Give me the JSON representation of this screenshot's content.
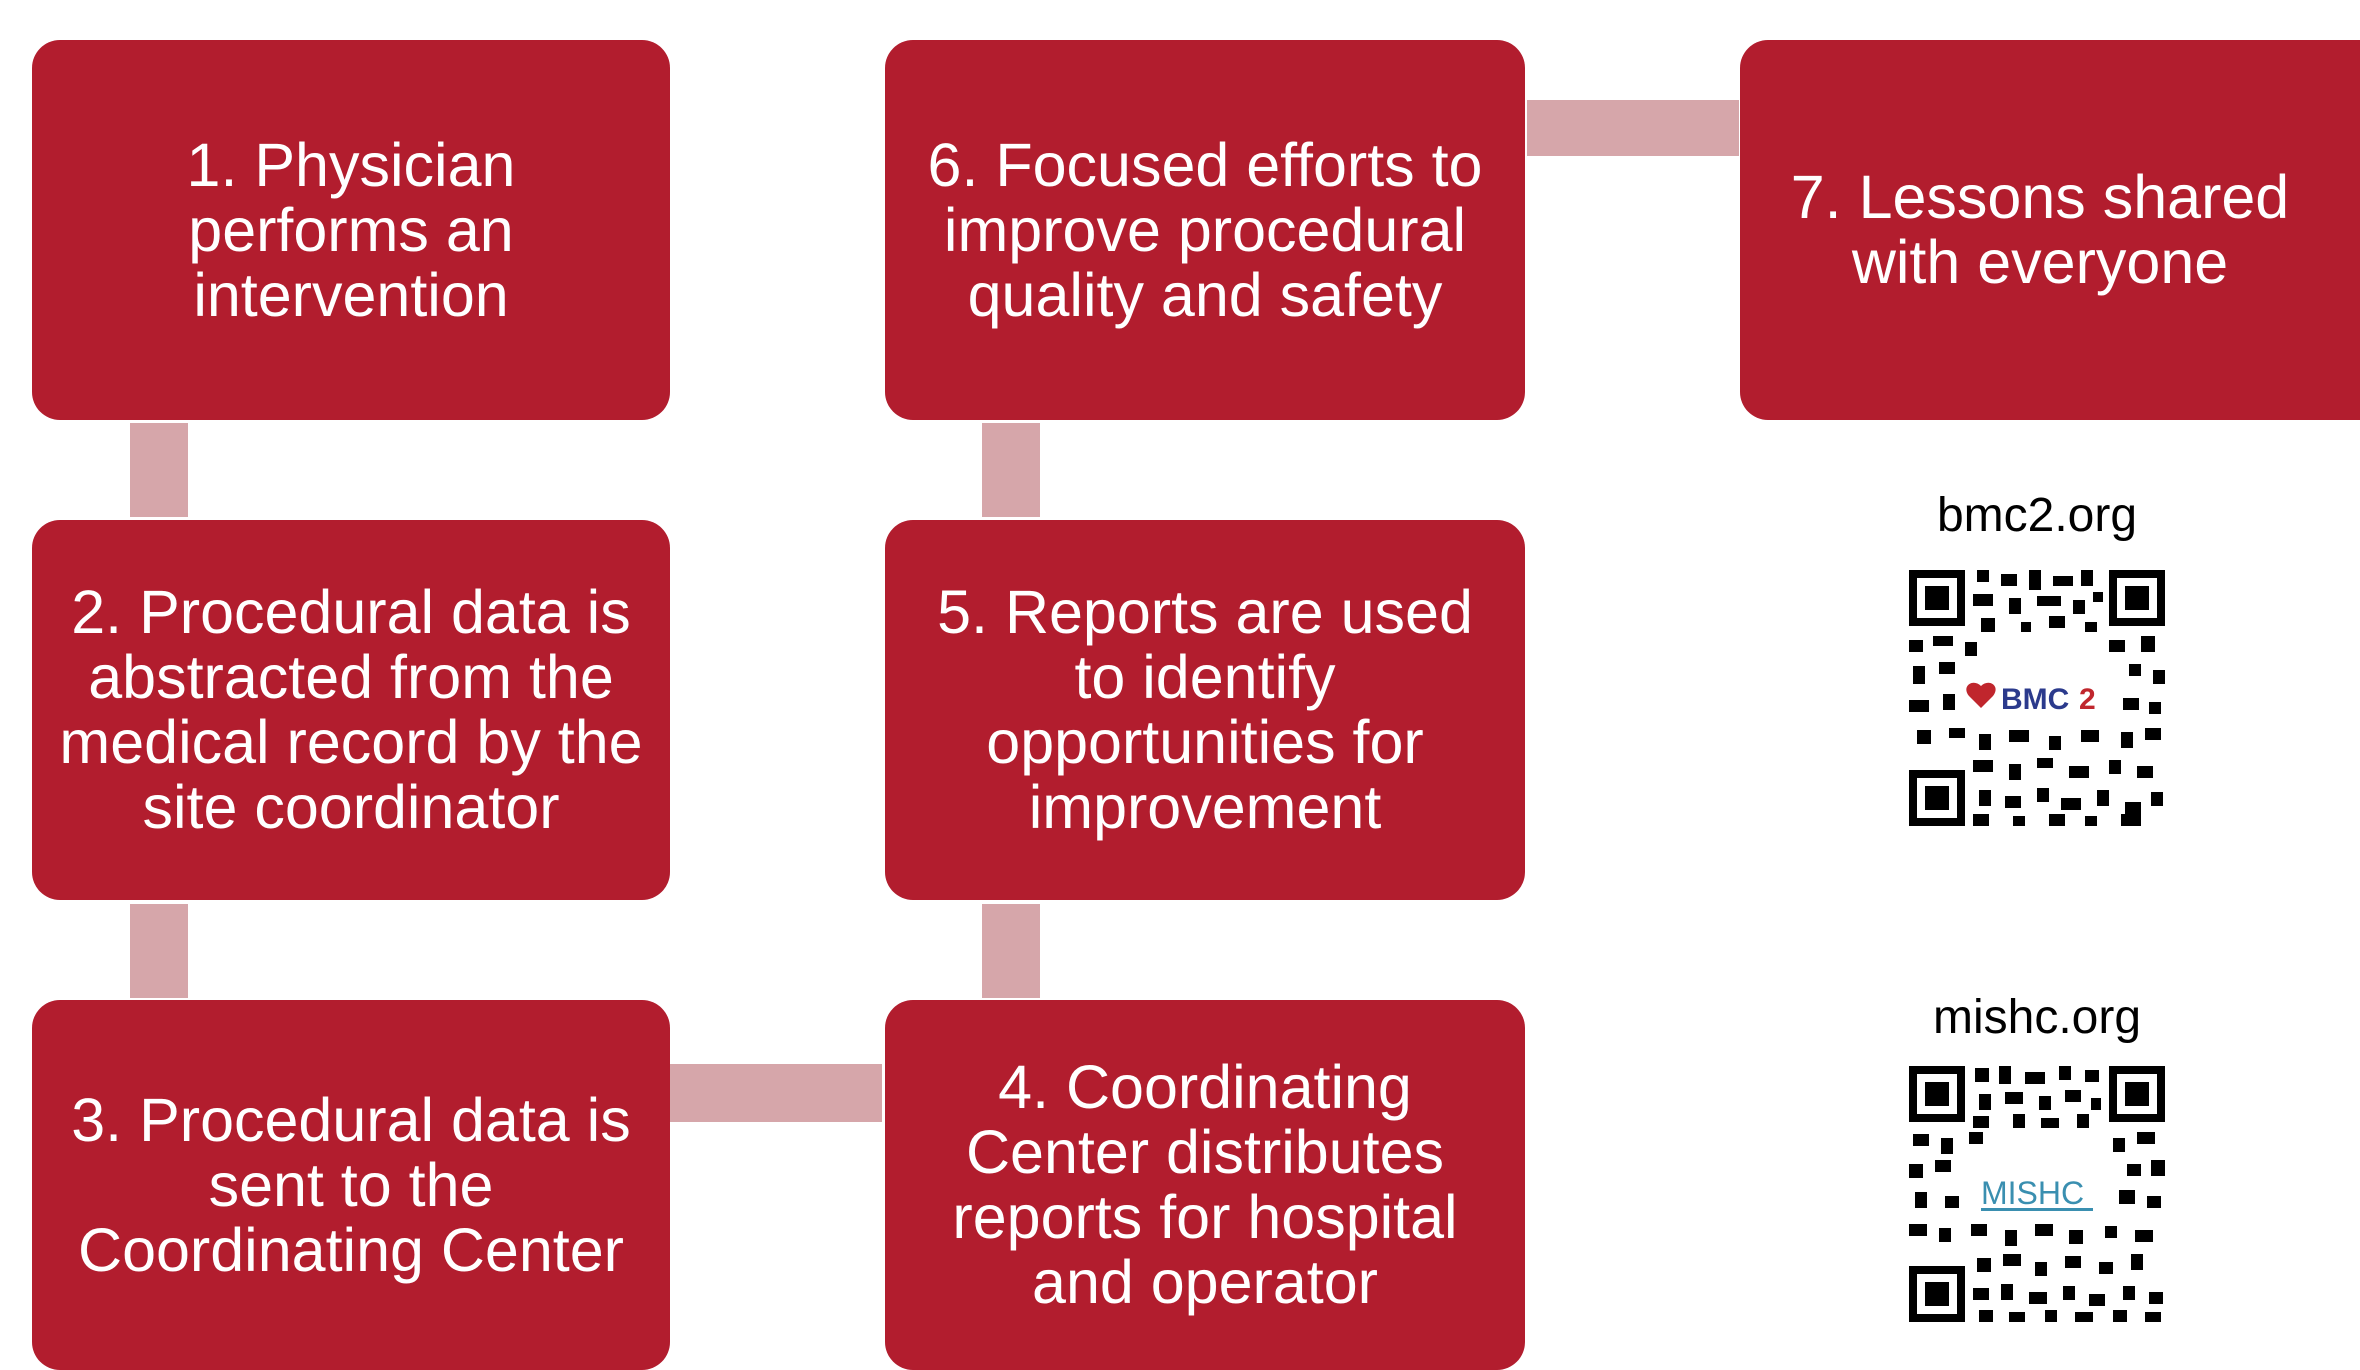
{
  "steps": [
    {
      "id": 1,
      "text": "1. Physician performs an intervention"
    },
    {
      "id": 2,
      "text": "2. Procedural data is abstracted from the medical record by the site coordinator"
    },
    {
      "id": 3,
      "text": "3. Procedural data is sent to the Coordinating Center"
    },
    {
      "id": 4,
      "text": "4. Coordinating Center distributes reports for hospital and operator"
    },
    {
      "id": 5,
      "text": "5. Reports are used to identify opportunities for improvement"
    },
    {
      "id": 6,
      "text": "6. Focused efforts to improve procedural quality and safety"
    },
    {
      "id": 7,
      "text": "7. Lessons shared with everyone"
    }
  ],
  "links": [
    {
      "url": "bmc2.org",
      "logo_text": "BMC2"
    },
    {
      "url": "mishc.org",
      "logo_text": "MISHC"
    }
  ],
  "colors": {
    "box": "#b21d2e",
    "connector": "#d6a6aa",
    "bmc2_logo": "#2b3a8c",
    "mishc_logo": "#3a8fb0"
  }
}
